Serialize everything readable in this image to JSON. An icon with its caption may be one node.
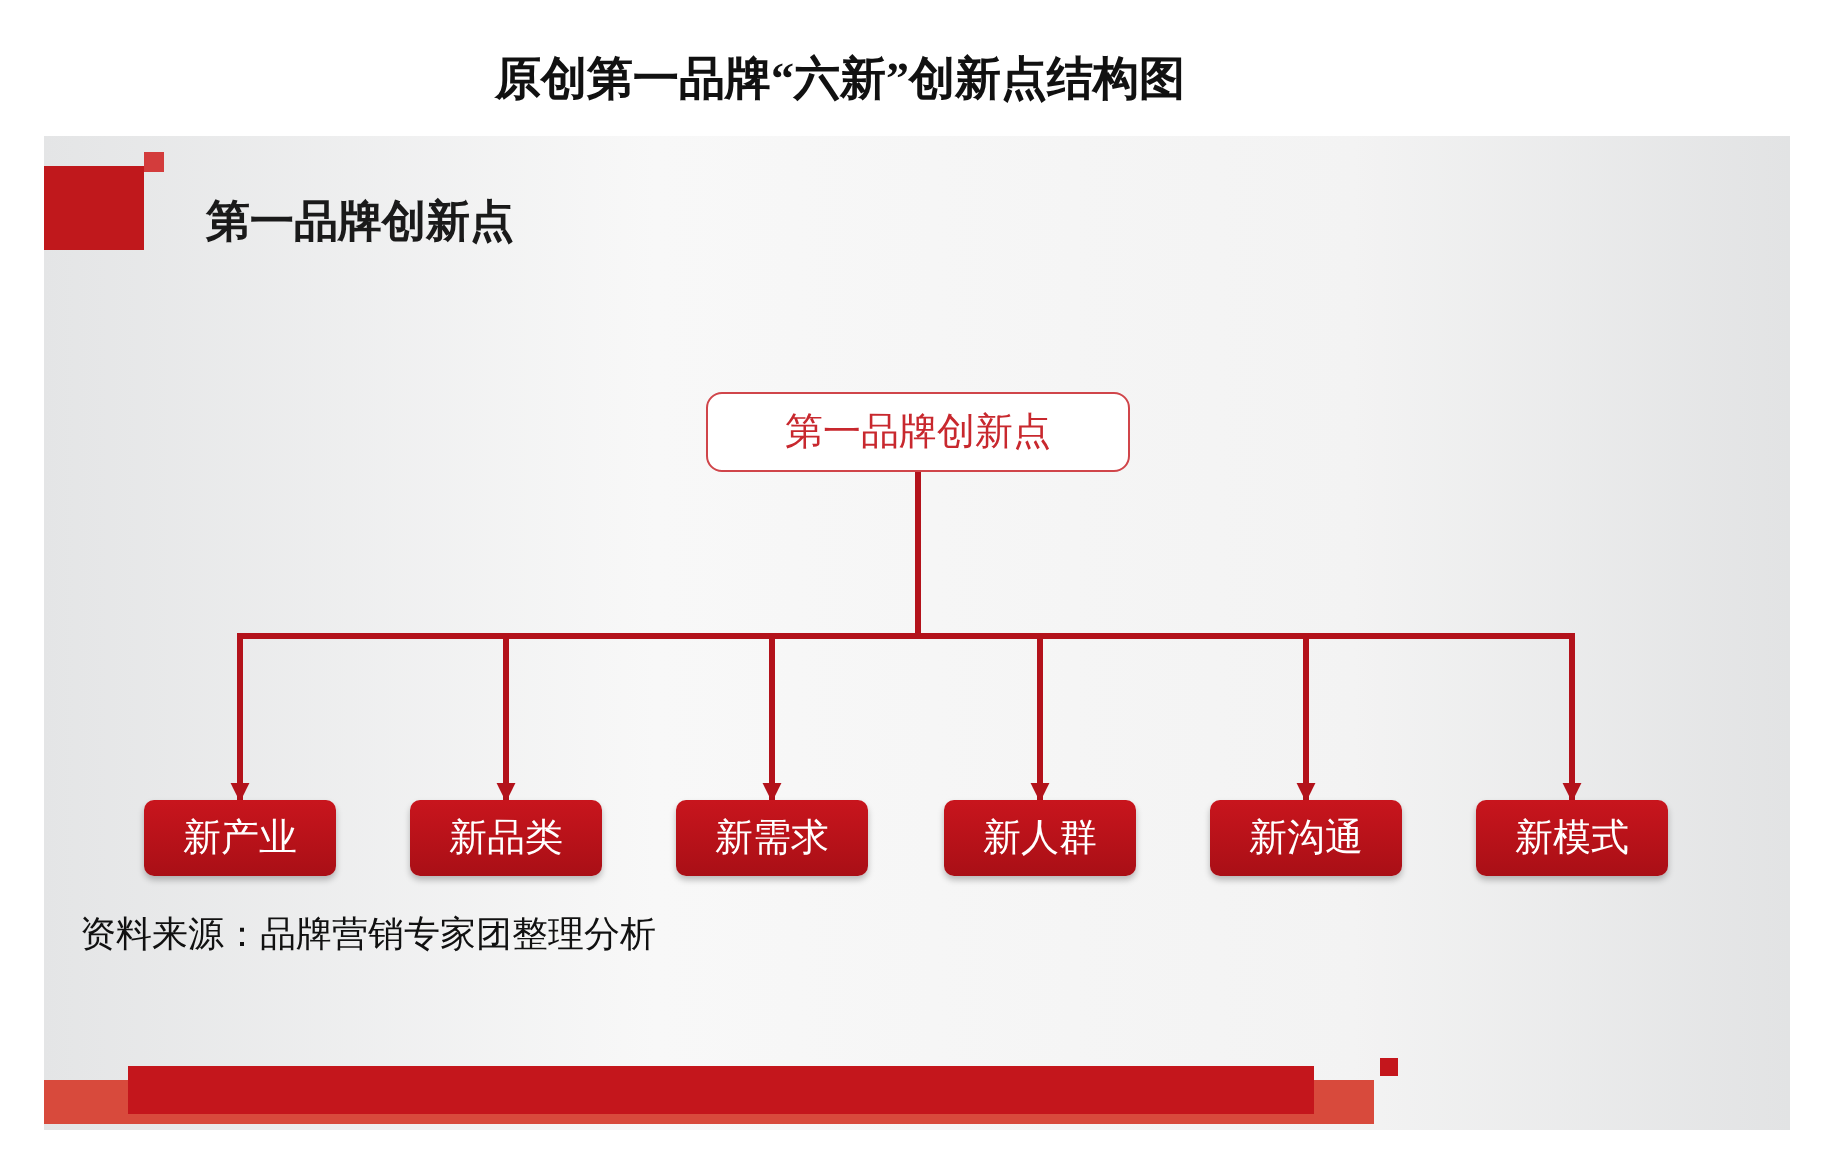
{
  "diagram": {
    "title": "原创第一品牌“六新”创新点结构图",
    "nodes": [
      {
        "text": [
          "第一品牌创新点"
        ]
      },
      {
        "text": [
          "新产业"
        ]
      },
      {
        "text": [
          "新品类"
        ]
      },
      {
        "text": [
          "新需求"
        ]
      },
      {
        "text": [
          "新人群"
        ]
      },
      {
        "text": [
          "新沟通"
        ]
      },
      {
        "text": [
          "新模式"
        ]
      }
    ],
    "edges": [
      {
        "from": 0,
        "to": 1,
        "arrow": "to"
      },
      {
        "from": 0,
        "to": 2,
        "arrow": "to"
      },
      {
        "from": 0,
        "to": 3,
        "arrow": "to"
      },
      {
        "from": 0,
        "to": 4,
        "arrow": "to"
      },
      {
        "from": 0,
        "to": 5,
        "arrow": "to"
      },
      {
        "from": 0,
        "to": 6,
        "arrow": "to"
      }
    ],
    "labels": [
      "第一品牌创新点",
      "资料来源：品牌营销专家团整理分析"
    ]
  }
}
